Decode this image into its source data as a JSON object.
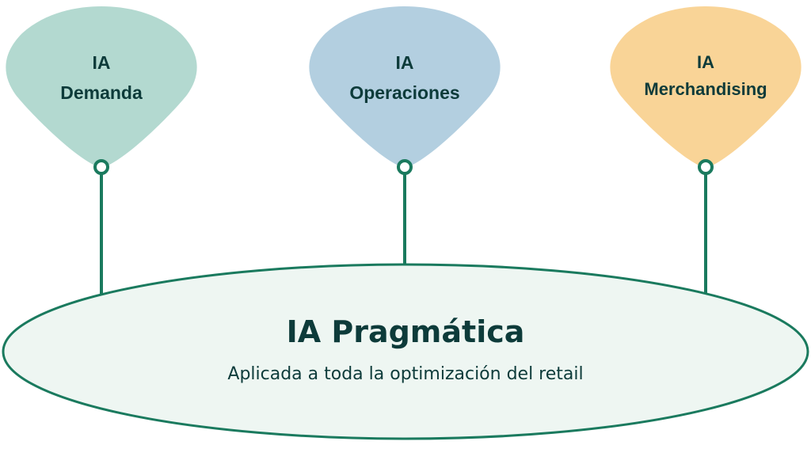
{
  "colors": {
    "stroke": "#1a7a5e",
    "demanda": "#b3d9d0",
    "operaciones": "#b3cfe0",
    "merchandising": "#f9d497",
    "base": "#eef6f2",
    "text": "#0d3b3a"
  },
  "pins": [
    {
      "line1": "IA",
      "line2": "Demanda"
    },
    {
      "line1": "IA",
      "line2": "Operaciones"
    },
    {
      "line1": "IA",
      "line2": "Merchandising"
    }
  ],
  "base": {
    "title": "IA Pragmática",
    "subtitle": "Aplicada a toda la optimización del retail"
  }
}
